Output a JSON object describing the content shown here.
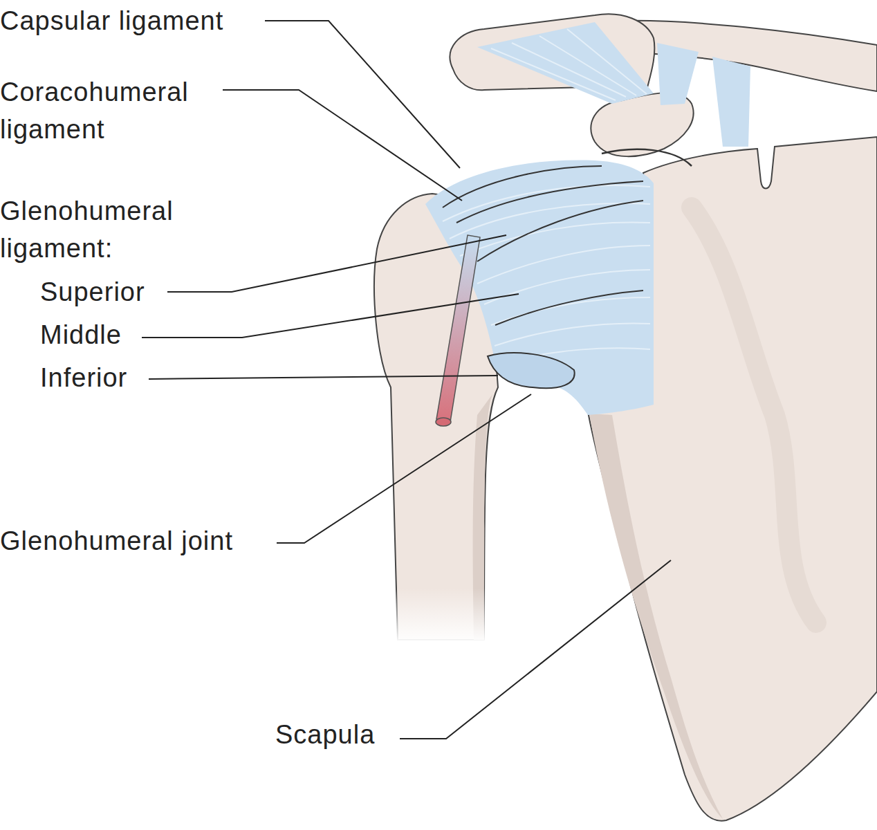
{
  "diagram": {
    "labels": [
      "Capsular ligament",
      "Coracohumeral ligament",
      "Glenohumeral ligament:",
      "Superior",
      "Middle",
      "Inferior",
      "Glenohumeral joint",
      "Scapula"
    ]
  }
}
